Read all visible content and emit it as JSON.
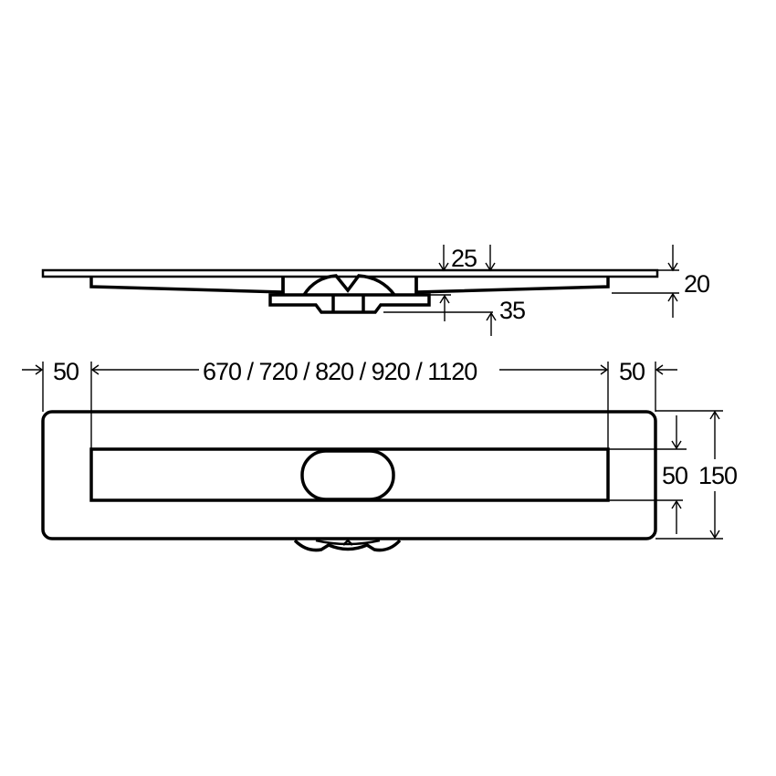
{
  "drawing": {
    "title": "Shower drain channel dimension drawing",
    "line_color": "#000000",
    "background": "#ffffff"
  },
  "side_view": {
    "dimensions": {
      "flange_width": "25",
      "top_thickness": "20",
      "outlet_depth": "35"
    }
  },
  "top_view": {
    "dimensions": {
      "left_margin": "50",
      "channel_length": "670 / 720 / 820 / 920 / 1120",
      "right_margin": "50",
      "channel_width": "50",
      "overall_width": "150"
    }
  }
}
